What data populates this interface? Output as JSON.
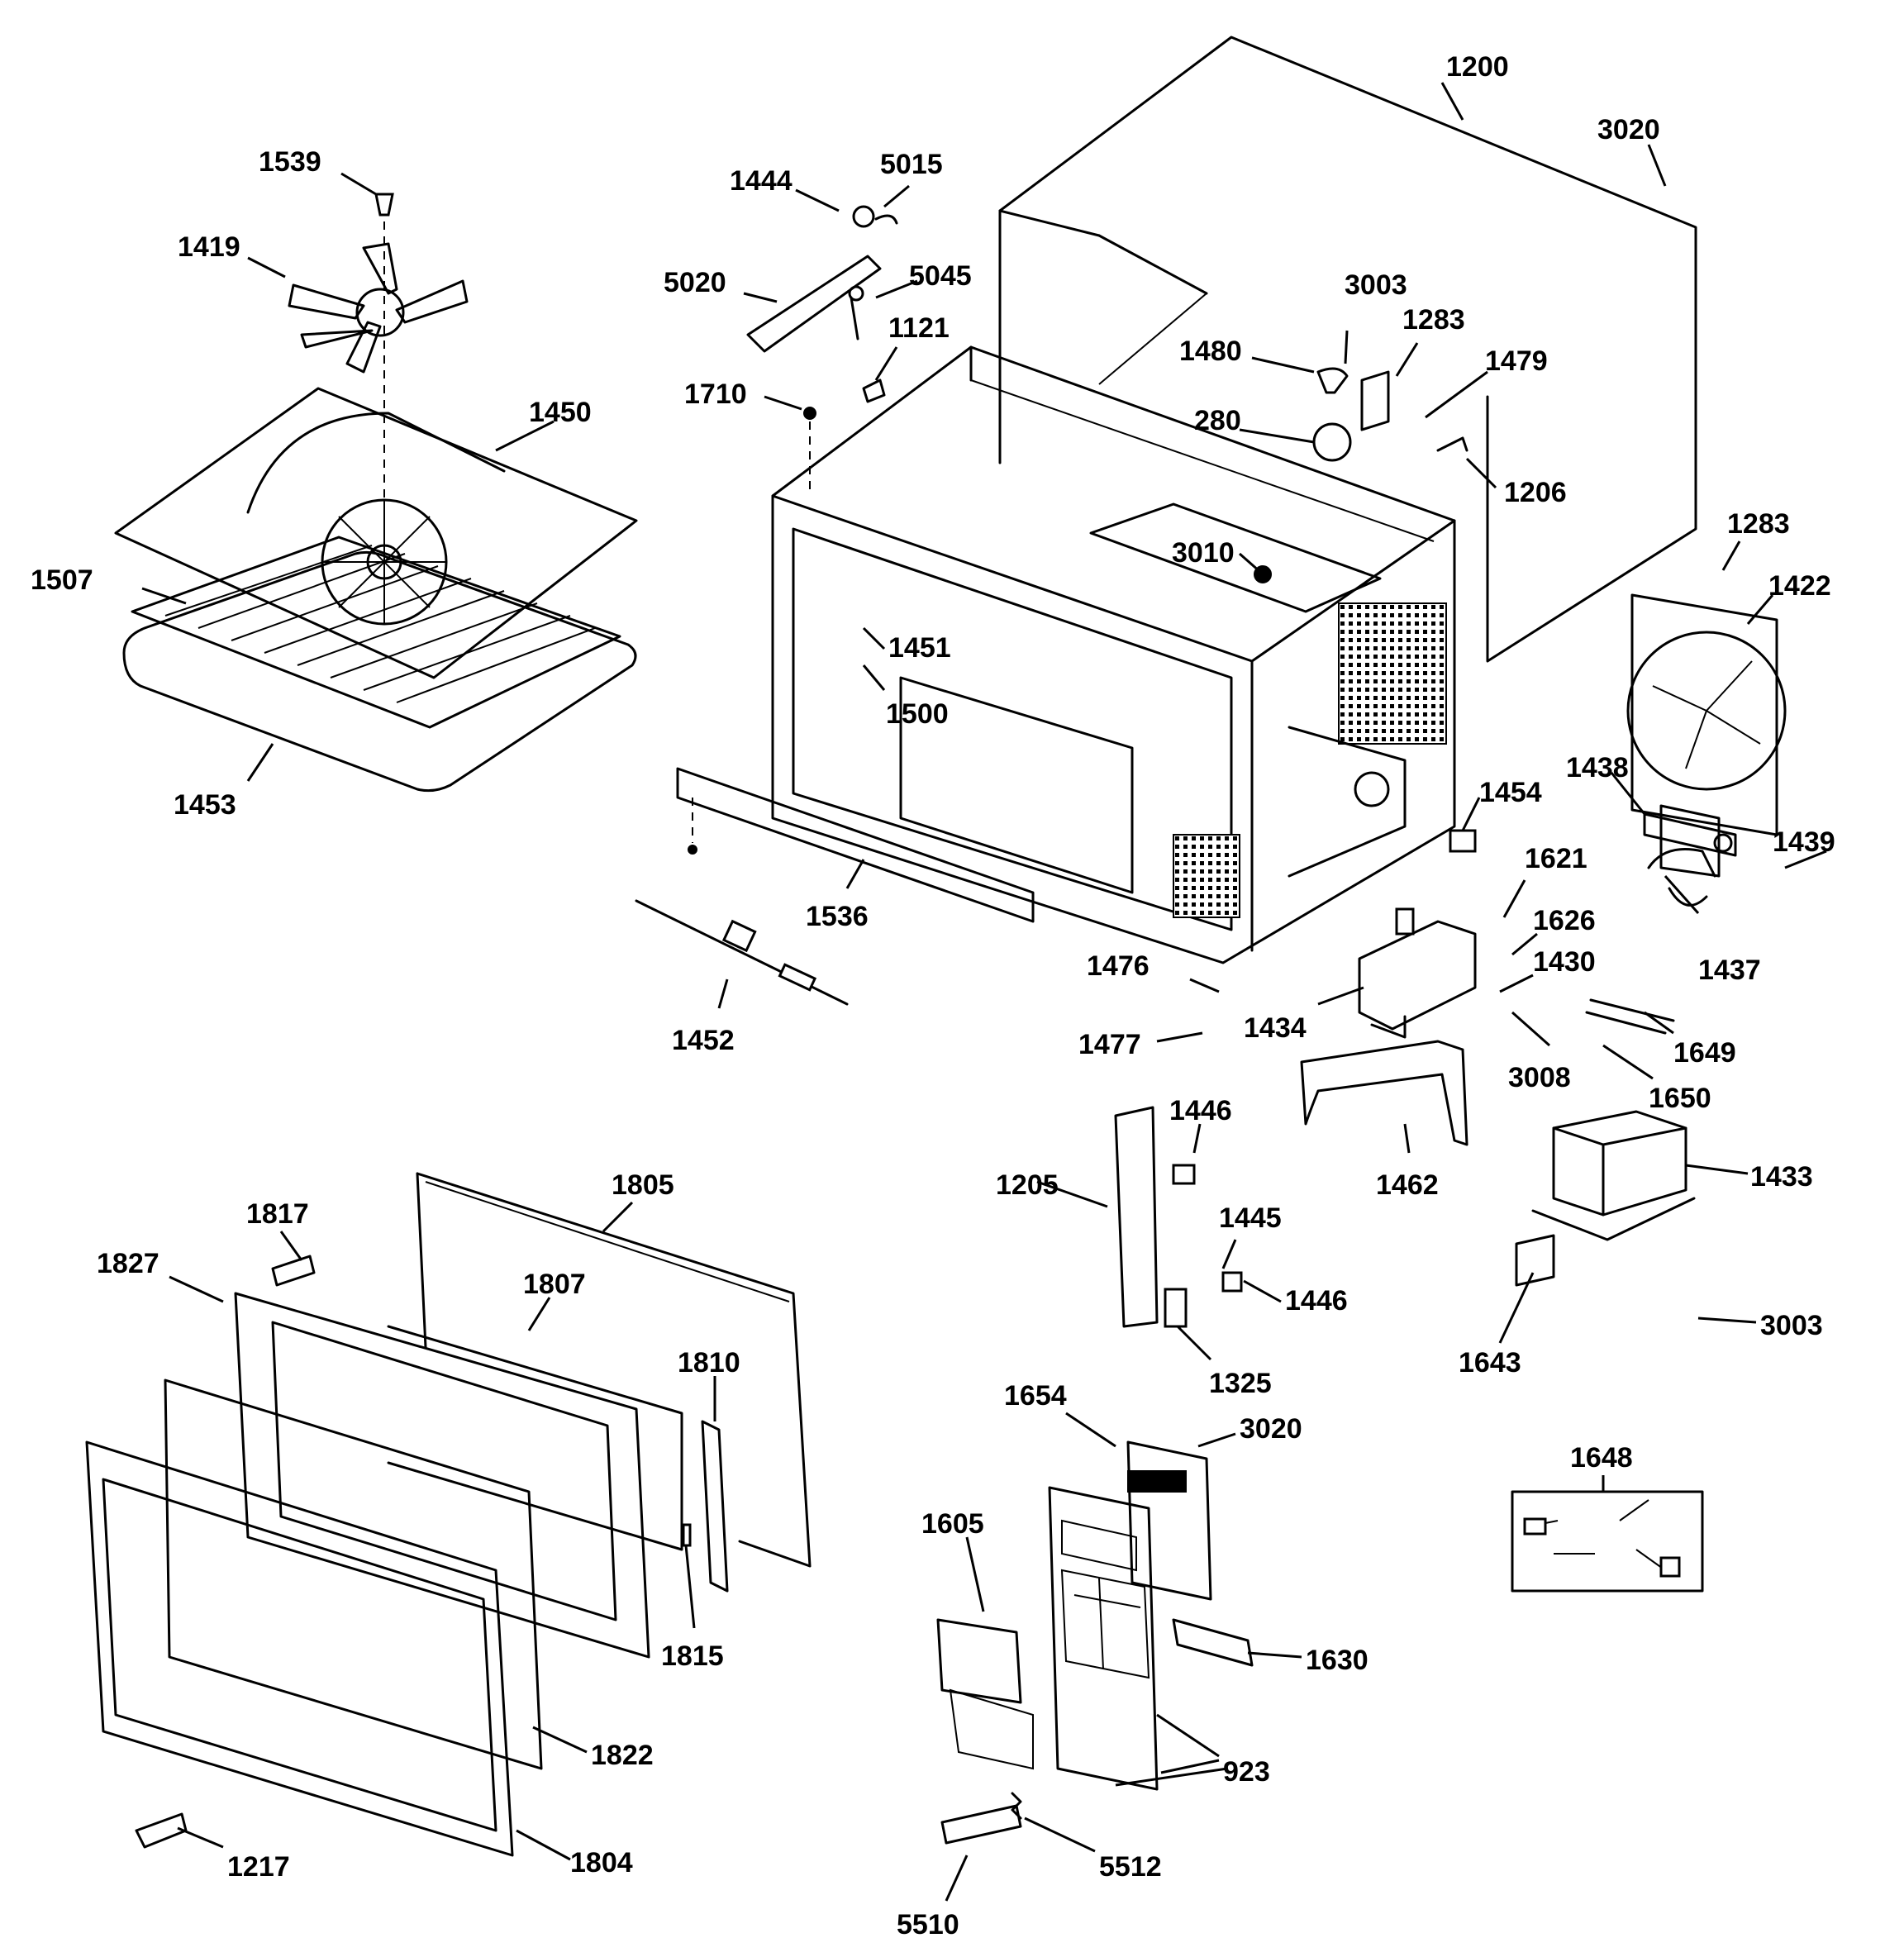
{
  "labels": {
    "l1200": "1200",
    "l3020a": "3020",
    "l1539": "1539",
    "l1444": "1444",
    "l5015": "5015",
    "l1419": "1419",
    "l5020": "5020",
    "l5045": "5045",
    "l3003a": "3003",
    "l1283a": "1283",
    "l1121": "1121",
    "l1480": "1480",
    "l1479": "1479",
    "l1710": "1710",
    "l1450": "1450",
    "l280": "280",
    "l1206": "1206",
    "l1283b": "1283",
    "l3010": "3010",
    "l1507": "1507",
    "l1422": "1422",
    "l1451": "1451",
    "l1500": "1500",
    "l1453": "1453",
    "l1438": "1438",
    "l1454": "1454",
    "l1439": "1439",
    "l1621": "1621",
    "l1536": "1536",
    "l1626": "1626",
    "l1437": "1437",
    "l1476": "1476",
    "l1430": "1430",
    "l1452": "1452",
    "l1434": "1434",
    "l1477": "1477",
    "l1649": "1649",
    "l3008": "3008",
    "l1650": "1650",
    "l1446a": "1446",
    "l1805": "1805",
    "l1205": "1205",
    "l1462": "1462",
    "l1433": "1433",
    "l1817": "1817",
    "l1445": "1445",
    "l1827": "1827",
    "l1807": "1807",
    "l1446b": "1446",
    "l3003b": "3003",
    "l1643": "1643",
    "l1810": "1810",
    "l1325": "1325",
    "l1654": "1654",
    "l3020b": "3020",
    "l1648": "1648",
    "l1605": "1605",
    "l1815": "1815",
    "l1630": "1630",
    "l1822": "1822",
    "l923": "923",
    "l1804": "1804",
    "l1217": "1217",
    "l5512": "5512",
    "l5510": "5510"
  }
}
